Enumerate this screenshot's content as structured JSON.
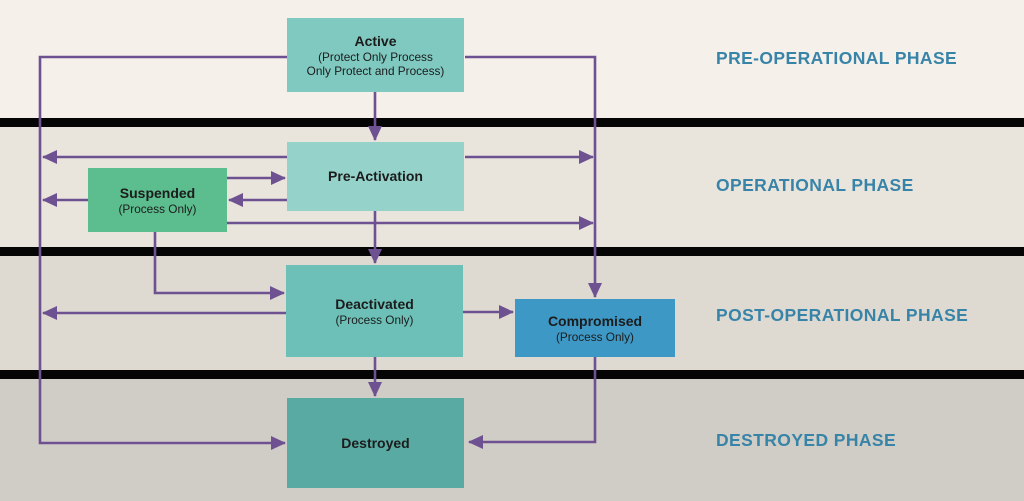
{
  "phases": [
    {
      "label": "PRE-OPERATIONAL PHASE",
      "band_color": "#f5f0ea"
    },
    {
      "label": "OPERATIONAL PHASE",
      "band_color": "#e9e5dd"
    },
    {
      "label": "POST-OPERATIONAL PHASE",
      "band_color": "#dedad2"
    },
    {
      "label": "DESTROYED PHASE",
      "band_color": "#d0ccc6"
    }
  ],
  "nodes": {
    "active": {
      "title": "Active",
      "subtitle_line1": "(Protect Only Process",
      "subtitle_line2": "Only Protect and Process)",
      "fill": "#7fc9c0"
    },
    "pre_activation": {
      "title": "Pre-Activation",
      "fill": "#94d2ca"
    },
    "suspended": {
      "title": "Suspended",
      "subtitle": "(Process Only)",
      "fill": "#5cbd8e"
    },
    "deactivated": {
      "title": "Deactivated",
      "subtitle": "(Process Only)",
      "fill": "#6cc0b7"
    },
    "compromised": {
      "title": "Compromised",
      "subtitle": "(Process Only)",
      "fill": "#3d98c5"
    },
    "destroyed": {
      "title": "Destroyed",
      "fill": "#58aaa3"
    }
  },
  "colors": {
    "arrow": "#6e5190",
    "phase_label": "#3884a8",
    "phase_divider": "#050505",
    "box_text": "#1c1c1c"
  },
  "transitions": [
    {
      "from": "Active",
      "to": "Pre-Activation"
    },
    {
      "from": "Active",
      "to": "Destroyed"
    },
    {
      "from": "Active",
      "to": "Compromised"
    },
    {
      "from": "Pre-Activation",
      "to": "Suspended"
    },
    {
      "from": "Pre-Activation",
      "to": "Destroyed"
    },
    {
      "from": "Pre-Activation",
      "to": "Compromised"
    },
    {
      "from": "Pre-Activation",
      "to": "Deactivated"
    },
    {
      "from": "Suspended",
      "to": "Pre-Activation"
    },
    {
      "from": "Suspended",
      "to": "Destroyed"
    },
    {
      "from": "Suspended",
      "to": "Compromised"
    },
    {
      "from": "Suspended",
      "to": "Deactivated"
    },
    {
      "from": "Deactivated",
      "to": "Compromised"
    },
    {
      "from": "Deactivated",
      "to": "Destroyed"
    },
    {
      "from": "Compromised",
      "to": "Destroyed"
    }
  ]
}
